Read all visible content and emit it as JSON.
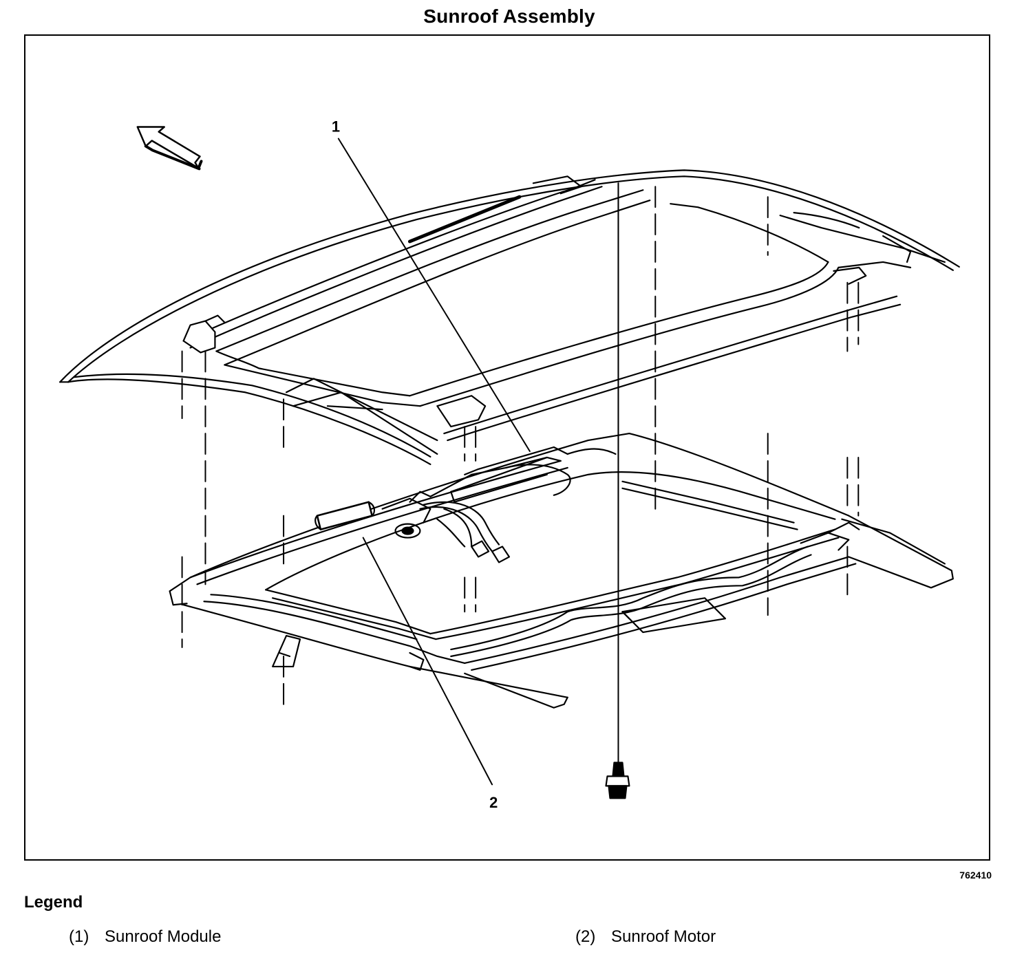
{
  "title": "Sunroof Assembly",
  "figure_id": "762410",
  "legend": {
    "title": "Legend",
    "items": [
      {
        "number": "(1)",
        "label": "Sunroof Module"
      },
      {
        "number": "(2)",
        "label": "Sunroof Motor"
      }
    ]
  },
  "callouts": {
    "one": "1",
    "two": "2"
  }
}
